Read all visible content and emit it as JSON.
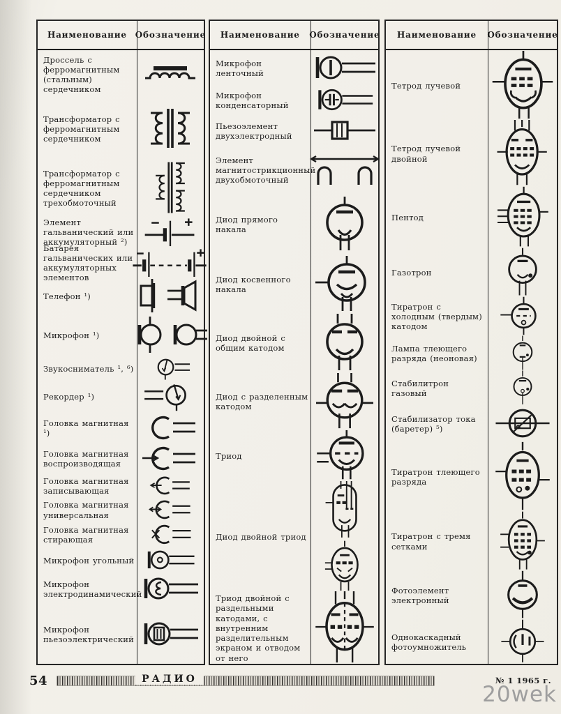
{
  "page_background": "#f2efe8",
  "ink_color": "#1d1d1d",
  "tables": [
    {
      "header": {
        "name": "Наименование",
        "symbol": "Обозначение"
      },
      "rows": [
        {
          "label": "Дроссель с ферромагнитным (стальным) сердечником",
          "symbol": "choke-iron-core"
        },
        {
          "label": "Трансформатор с ферромагнитным сердечником",
          "symbol": "transformer-two-winding"
        },
        {
          "label": "Трансформатор с ферромагнитным сердечником трехобмоточный",
          "symbol": "transformer-three-winding"
        },
        {
          "label": "Элемент гальванический или аккумуляторный ²)",
          "symbol": "galvanic-cell"
        },
        {
          "label": "Батарея гальванических или аккумуляторных элементов",
          "symbol": "battery"
        },
        {
          "label": "Телефон ¹)",
          "symbol": "telephone"
        },
        {
          "label": "Микрофон ¹)",
          "symbol": "microphone"
        },
        {
          "label": "Звукосниматель ¹, ⁶)",
          "symbol": "pickup"
        },
        {
          "label": "Рекордер ¹)",
          "symbol": "recorder"
        },
        {
          "label": "Головка магнитная ¹)",
          "symbol": "magnetic-head"
        },
        {
          "label": "Головка магнитная воспроизводящая",
          "symbol": "magnetic-head-playback"
        },
        {
          "label": "Головка магнитная записывающая",
          "symbol": "magnetic-head-recording"
        },
        {
          "label": "Головка магнитная универсальная",
          "symbol": "magnetic-head-universal"
        },
        {
          "label": "Головка магнитная стирающая",
          "symbol": "magnetic-head-erasing"
        },
        {
          "label": "Микрофон угольный",
          "symbol": "microphone-carbon"
        },
        {
          "label": "Микрофон электродинамический",
          "symbol": "microphone-electrodynamic"
        },
        {
          "label": "Микрофон пьезоэлектрический",
          "symbol": "microphone-piezoelectric"
        }
      ]
    },
    {
      "header": {
        "name": "Наименование",
        "symbol": "Обозначение"
      },
      "rows": [
        {
          "label": "Микрофон ленточный",
          "symbol": "microphone-ribbon"
        },
        {
          "label": "Микрофон конденсаторный",
          "symbol": "microphone-condenser"
        },
        {
          "label": "Пьезоэлемент двухэлектродный",
          "symbol": "piezo-element-two-electrode"
        },
        {
          "label": "Элемент магнитострикционный двухобмоточный",
          "symbol": "magnetostriction-element"
        },
        {
          "label": "Диод прямого накала",
          "symbol": "diode-direct-heating"
        },
        {
          "label": "Диод косвенного накала",
          "symbol": "diode-indirect-heating"
        },
        {
          "label": "Диод двойной с общим катодом",
          "symbol": "double-diode-common-cathode"
        },
        {
          "label": "Диод с разделенным катодом",
          "symbol": "diode-split-cathode"
        },
        {
          "label": "Триод",
          "symbol": "triode"
        },
        {
          "label": "Диод двойной триод",
          "symbol": "diode-double-triode"
        },
        {
          "label": "Триод двойной с раздельными катодами, с внутренним разделительным экраном и отводом от него",
          "symbol": "double-triode-shielded"
        }
      ]
    },
    {
      "header": {
        "name": "Наименование",
        "symbol": "Обозначение"
      },
      "rows": [
        {
          "label": "Тетрод лучевой",
          "symbol": "beam-tetrode"
        },
        {
          "label": "Тетрод лучевой двойной",
          "symbol": "beam-tetrode-double"
        },
        {
          "label": "Пентод",
          "symbol": "pentode"
        },
        {
          "label": "Газотрон",
          "symbol": "gasotron"
        },
        {
          "label": "Тиратрон с холодным (твердым) катодом",
          "symbol": "thyratron-cold-cathode"
        },
        {
          "label": "Лампа тлеющего разряда (неоновая)",
          "symbol": "neon-glow-lamp"
        },
        {
          "label": "Стабилитрон газовый",
          "symbol": "gas-stabilitron"
        },
        {
          "label": "Стабилизатор тока (баретер) ⁵)",
          "symbol": "barretter"
        },
        {
          "label": "Тиратрон тлеющего разряда",
          "symbol": "glow-discharge-thyratron"
        },
        {
          "label": "Тиратрон с тремя сетками",
          "symbol": "thyratron-three-grids"
        },
        {
          "label": "Фотоэлемент электронный",
          "symbol": "photocell"
        },
        {
          "label": "Однокаскадный фотоумножитель",
          "symbol": "photomultiplier-single-stage"
        }
      ]
    }
  ],
  "footer": {
    "page_number": "54",
    "magazine_title": "РАДИО",
    "issue": "№ 1 1965 г."
  },
  "watermark": "20wek"
}
